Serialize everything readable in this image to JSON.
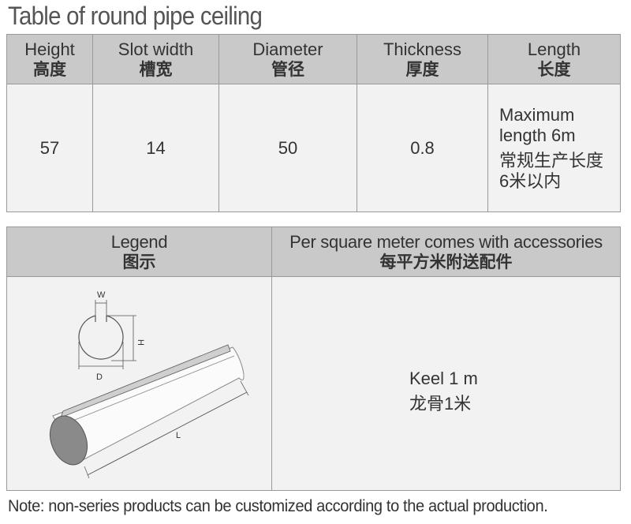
{
  "title": "Table of round pipe ceiling",
  "spec_table": {
    "headers": [
      {
        "en": "Height",
        "zh": "高度"
      },
      {
        "en": "Slot width",
        "zh": "槽宽"
      },
      {
        "en": "Diameter",
        "zh": "管径"
      },
      {
        "en": "Thickness",
        "zh": "厚度"
      },
      {
        "en": "Length",
        "zh": "长度"
      }
    ],
    "values": {
      "height": "57",
      "slot_width": "14",
      "diameter": "50",
      "thickness": "0.8",
      "length_en_line1": "Maximum",
      "length_en_line2": "length 6m",
      "length_zh_line1": "常规生产长度",
      "length_zh_line2": "6米以内"
    }
  },
  "legend_table": {
    "legend_header": {
      "en": "Legend",
      "zh": "图示"
    },
    "accessories_header": {
      "en": "Per square meter comes with accessories",
      "zh": "每平方米附送配件"
    },
    "diagram_labels": {
      "w": "W",
      "h": "H",
      "d": "D",
      "l": "L"
    },
    "accessory_en": "Keel 1 m",
    "accessory_zh": "龙骨1米"
  },
  "note": "Note: non-series products can be customized according to the actual production."
}
